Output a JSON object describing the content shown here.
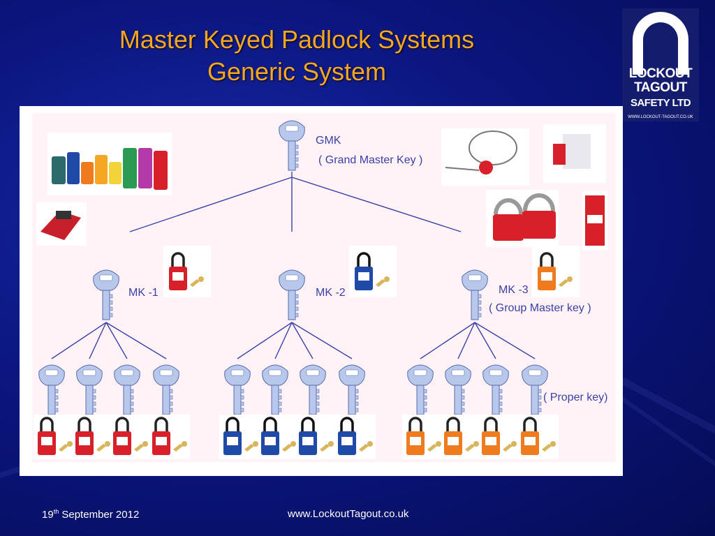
{
  "slide": {
    "title_line1": "Master Keyed Padlock Systems",
    "title_line2": "Generic System"
  },
  "logo": {
    "line1": "LOCKOUT",
    "line2": "TAGOUT",
    "line3": "SAFETY LTD",
    "url": "WWW.LOCKOUT-TAGOUT.CO.UK"
  },
  "diagram": {
    "grand_master": {
      "code": "GMK",
      "description": "( Grand Master  Key )"
    },
    "master_keys": [
      {
        "code": "MK -1",
        "description": "",
        "lock_color": "#d8202a"
      },
      {
        "code": "MK -2",
        "description": "",
        "lock_color": "#1f4aa8"
      },
      {
        "code": "MK -3",
        "description": "(  Group Master key )",
        "lock_color": "#f07a1e"
      }
    ],
    "proper_key_label": "( Proper  key)"
  },
  "colors": {
    "key": "#b8c8ec",
    "line": "#3a3fa8",
    "accent": "#f5a623"
  },
  "footer": {
    "date_day": "19",
    "date_suffix": "th",
    "date_rest": " September 2012",
    "url": "www.LockoutTagout.co.uk"
  }
}
